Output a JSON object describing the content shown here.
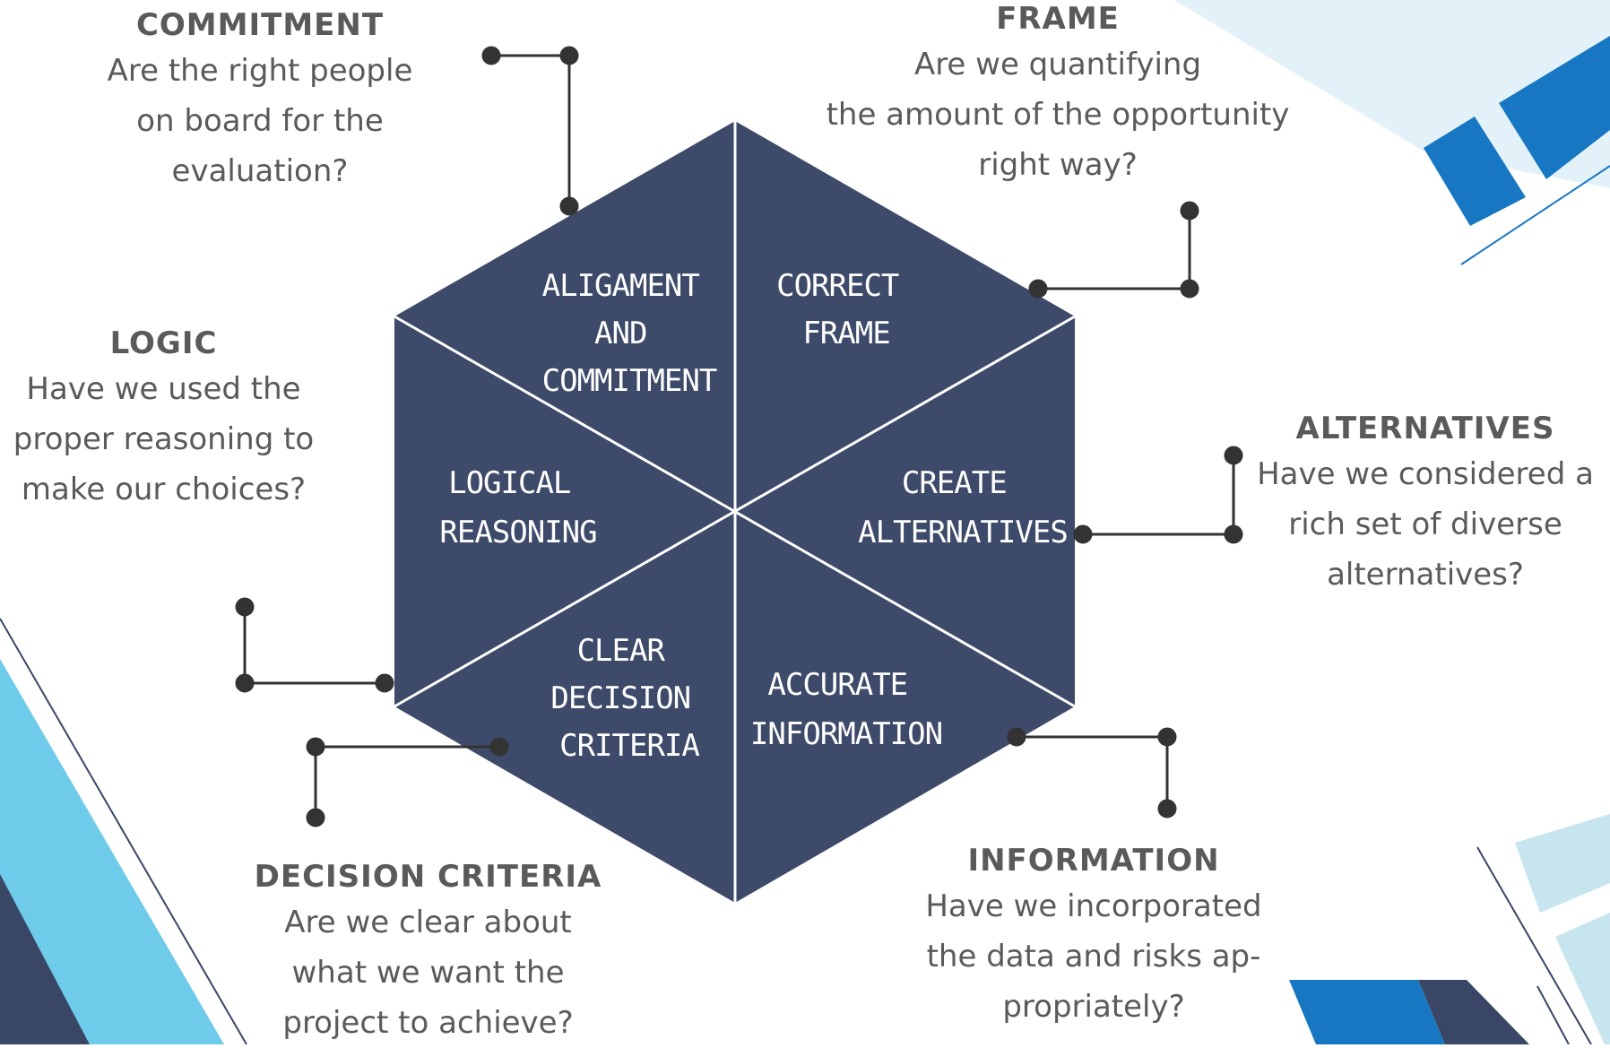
{
  "colors": {
    "hexagon": "#3e4a69",
    "connector": "#333333",
    "accent_light_blue": "#6ecbea",
    "accent_blue": "#1877c2",
    "accent_navy": "#3a4666",
    "accent_pale": "#e3f2f9",
    "accent_pale_teal": "#c6e5ee"
  },
  "segments": [
    {
      "id": "alignment",
      "lines": [
        "ALIGAMENT",
        "AND",
        "COMMITMENT"
      ]
    },
    {
      "id": "frame",
      "lines": [
        "CORRECT",
        "FRAME"
      ]
    },
    {
      "id": "alternatives",
      "lines": [
        "CREATE",
        "ALTERNATIVES"
      ]
    },
    {
      "id": "information",
      "lines": [
        "ACCURATE",
        "INFORMATION"
      ]
    },
    {
      "id": "criteria",
      "lines": [
        "CLEAR",
        "DECISION",
        "CRITERIA"
      ]
    },
    {
      "id": "logic",
      "lines": [
        "LOGICAL",
        "REASONING"
      ]
    }
  ],
  "callouts": {
    "commitment": {
      "title": "COMMITMENT",
      "lines": [
        "Are the right people",
        "on board for the",
        "evaluation?"
      ]
    },
    "frame": {
      "title": "FRAME",
      "lines": [
        "Are we quantifying",
        "the amount of the opportunity",
        "right way?"
      ]
    },
    "logic": {
      "title": "LOGIC",
      "lines": [
        "Have we used the",
        "proper reasoning to",
        "make our choices?"
      ]
    },
    "alternatives": {
      "title": "ALTERNATIVES",
      "lines": [
        "Have we considered a",
        "rich set of diverse",
        "alternatives?"
      ]
    },
    "criteria": {
      "title": "DECISION CRITERIA",
      "lines": [
        "Are we clear about",
        "what we want the",
        "project to achieve?"
      ]
    },
    "information": {
      "title": "INFORMATION",
      "lines": [
        "Have we incorporated",
        "the data and risks ap-",
        "propriately?"
      ]
    }
  }
}
